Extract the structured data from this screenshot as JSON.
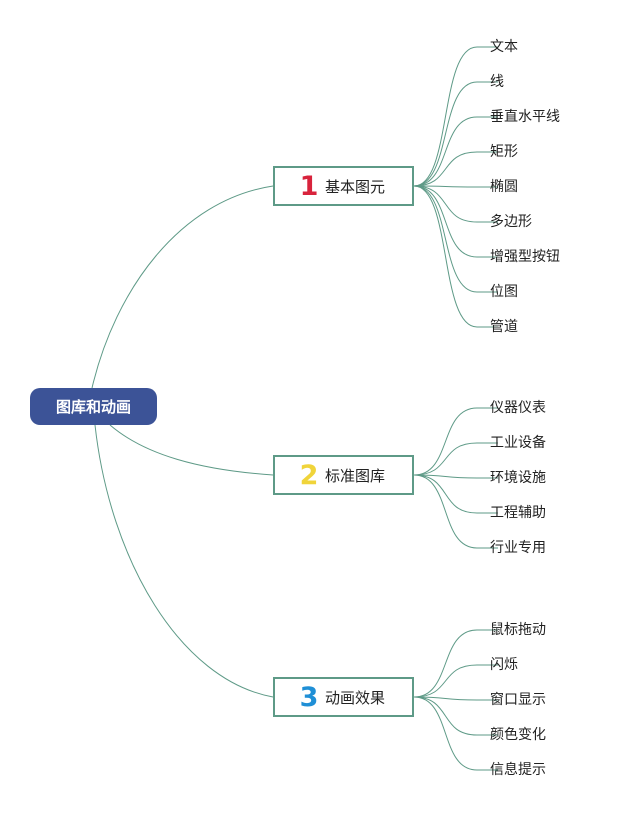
{
  "colors": {
    "root_bg": "#3c5397",
    "link": "#5e9a87",
    "branch_border": "#5e9a87"
  },
  "root": {
    "label": "图库和动画"
  },
  "branches": [
    {
      "number": "1",
      "number_color": "#d8233c",
      "label": "基本图元",
      "leaves": [
        "文本",
        "线",
        "垂直水平线",
        "矩形",
        "椭圆",
        "多边形",
        "增强型按钮",
        "位图",
        "管道"
      ]
    },
    {
      "number": "2",
      "number_color": "#f0d43a",
      "label": "标准图库",
      "leaves": [
        "仪器仪表",
        "工业设备",
        "环境设施",
        "工程辅助",
        "行业专用"
      ]
    },
    {
      "number": "3",
      "number_color": "#1f8fd6",
      "label": "动画效果",
      "leaves": [
        "鼠标拖动",
        "闪烁",
        "窗口显示",
        "颜色变化",
        "信息提示"
      ]
    }
  ]
}
